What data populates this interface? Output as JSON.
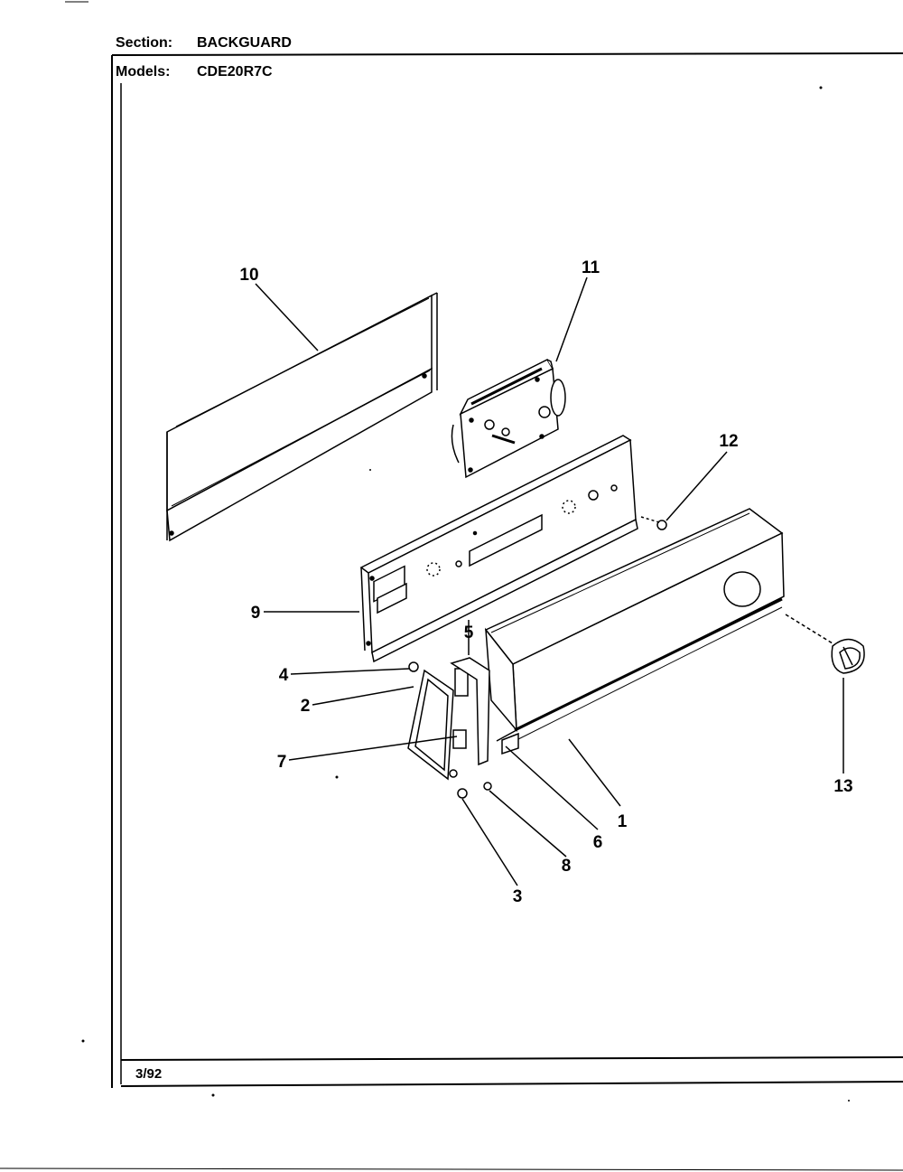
{
  "header": {
    "section_label": "Section:",
    "section_value": "BACKGUARD",
    "models_label": "Models:",
    "models_value": "CDE20R7C"
  },
  "footer": {
    "date": "3/92"
  },
  "callouts": {
    "c10": "10",
    "c11": "11",
    "c12": "12",
    "c9": "9",
    "c5": "5",
    "c4": "4",
    "c2": "2",
    "c7": "7",
    "c13": "13",
    "c1": "1",
    "c6": "6",
    "c8": "8",
    "c3": "3"
  },
  "colors": {
    "ink": "#000000",
    "paper": "#ffffff"
  }
}
